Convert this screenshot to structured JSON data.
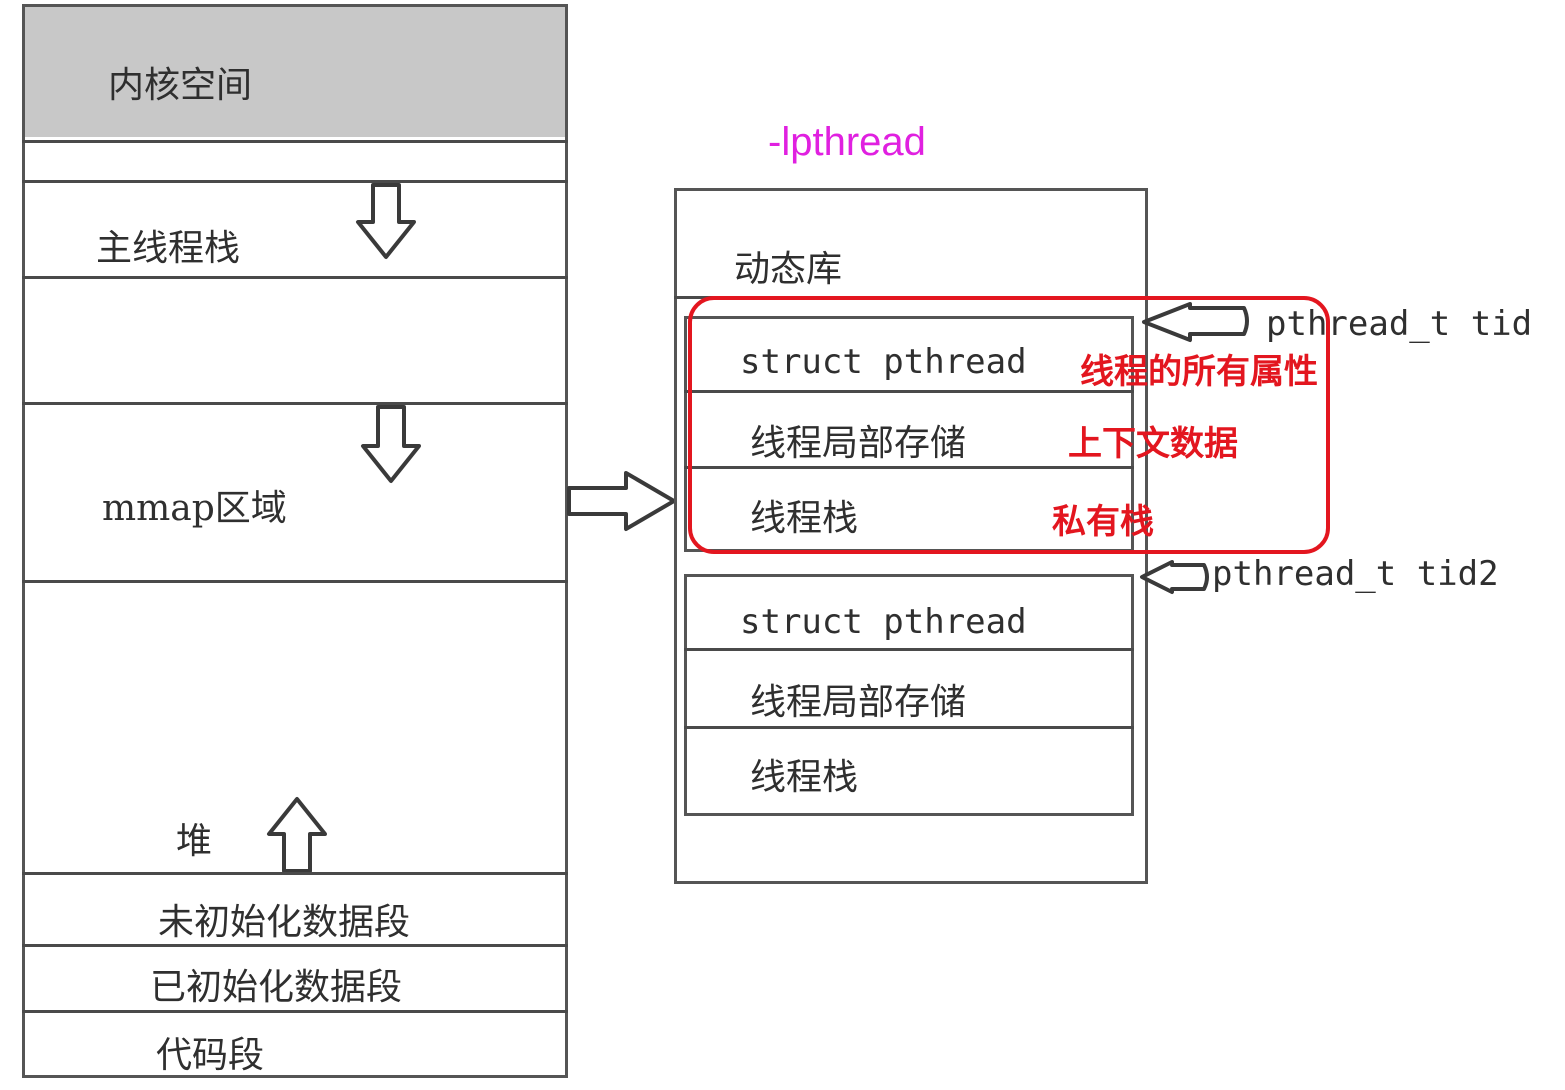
{
  "memory_layout": {
    "kernel_space": "内核空间",
    "main_thread_stack": "主线程栈",
    "mmap_region": "mmap区域",
    "heap": "堆",
    "bss_segment": "未初始化数据段",
    "data_segment": "已初始化数据段",
    "code_segment": "代码段"
  },
  "dynamic_library": {
    "flag": "-lpthread",
    "title": "动态库",
    "thread1": {
      "struct": "struct pthread",
      "tls": "线程局部存储",
      "stack": "线程栈",
      "tid_label": "pthread_t tid"
    },
    "thread2": {
      "struct": "struct pthread",
      "tls": "线程局部存储",
      "stack": "线程栈",
      "tid_label": "pthread_t tid2"
    }
  },
  "annotations": {
    "attributes": "线程的所有属性",
    "context": "上下文数据",
    "private_stack": "私有栈"
  },
  "colors": {
    "kernel_fill": "#c8c8c8",
    "annotation_red": "#e3161f",
    "flag_magenta": "#e020e0",
    "line": "#4a4a4a"
  }
}
